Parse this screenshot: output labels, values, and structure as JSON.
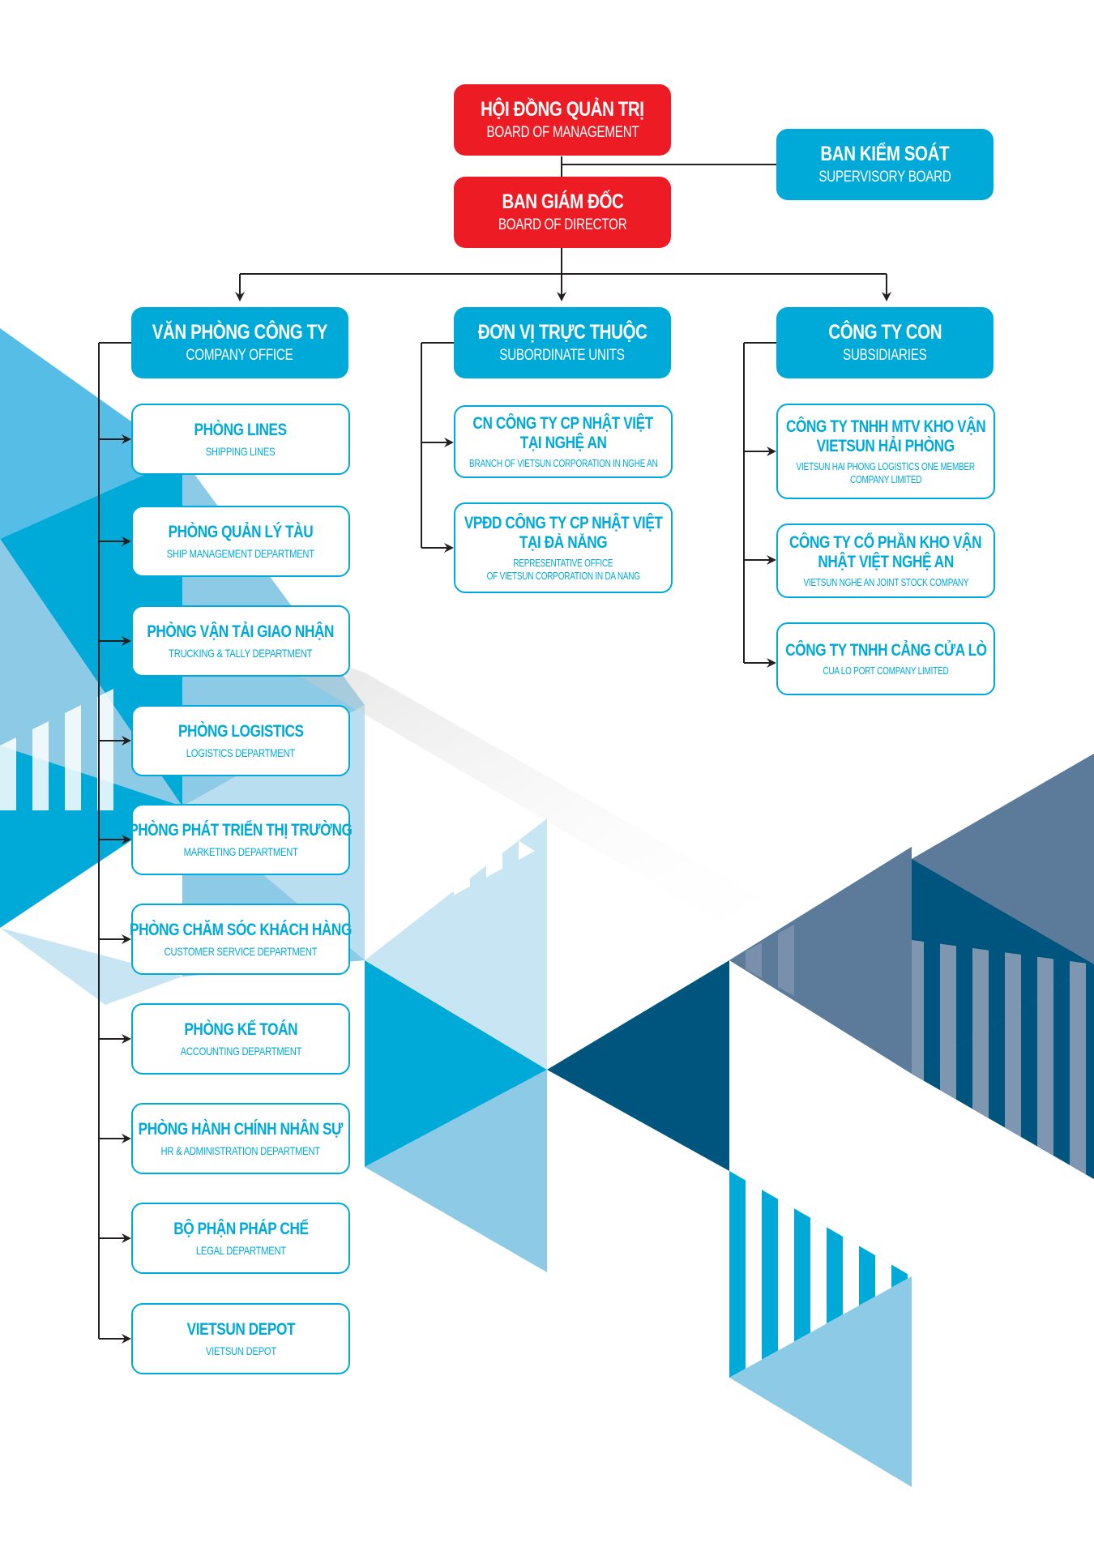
{
  "colors": {
    "red": "#ed1c24",
    "accent": "#00aad8",
    "navy": "#00557f",
    "slate": "#5c7a99",
    "light": "#8ccae6",
    "pale": "#c7e5f3",
    "line": "#231f20"
  },
  "top": {
    "board_of_management": {
      "vn": "HỘI ĐỒNG QUẢN TRỊ",
      "en": "BOARD OF MANAGEMENT"
    },
    "board_of_director": {
      "vn": "BAN GIÁM ĐỐC",
      "en": "BOARD OF DIRECTOR"
    },
    "supervisory_board": {
      "vn": "BAN KIỂM SOÁT",
      "en": "SUPERVISORY BOARD"
    }
  },
  "columns": {
    "company_office": {
      "vn": "VĂN PHÒNG CÔNG TY",
      "en": "COMPANY OFFICE",
      "items": [
        {
          "vn": "PHÒNG LINES",
          "en": "SHIPPING LINES"
        },
        {
          "vn": "PHÒNG QUẢN LÝ TÀU",
          "en": "SHIP MANAGEMENT DEPARTMENT"
        },
        {
          "vn": "PHÒNG VẬN TẢI GIAO NHẬN",
          "en": "TRUCKING & TALLY DEPARTMENT"
        },
        {
          "vn": "PHÒNG LOGISTICS",
          "en": "LOGISTICS DEPARTMENT"
        },
        {
          "vn": "PHÒNG PHÁT TRIỂN THỊ TRƯỜNG",
          "en": "MARKETING DEPARTMENT"
        },
        {
          "vn": "PHÒNG CHĂM SÓC KHÁCH HÀNG",
          "en": "CUSTOMER SERVICE DEPARTMENT"
        },
        {
          "vn": "PHÒNG KẾ TOÁN",
          "en": "ACCOUNTING DEPARTMENT"
        },
        {
          "vn": "PHÒNG HÀNH CHÍNH NHÂN SỰ",
          "en": "HR & ADMINISTRATION DEPARTMENT"
        },
        {
          "vn": "BỘ PHẬN PHÁP CHẾ",
          "en": "LEGAL DEPARTMENT"
        },
        {
          "vn": "VIETSUN DEPOT",
          "en": "VIETSUN DEPOT"
        }
      ]
    },
    "subordinate_units": {
      "vn": "ĐƠN VỊ TRỰC THUỘC",
      "en": "SUBORDINATE UNITS",
      "items": [
        {
          "vn1": "CN CÔNG TY CP NHẬT VIỆT",
          "vn2": "TẠI NGHỆ AN",
          "en1": "BRANCH OF VIETSUN CORPORATION IN NGHE AN",
          "en2": ""
        },
        {
          "vn1": "VPĐD CÔNG TY CP NHẬT VIỆT",
          "vn2": "TẠI ĐÀ NẴNG",
          "en1": "REPRESENTATIVE OFFICE",
          "en2": "OF VIETSUN CORPORATION IN DA NANG"
        }
      ]
    },
    "subsidiaries": {
      "vn": "CÔNG TY CON",
      "en": "SUBSIDIARIES",
      "items": [
        {
          "vn1": "CÔNG TY TNHH MTV KHO VẬN",
          "vn2": "VIETSUN HẢI PHÒNG",
          "en1": "VIETSUN HAI PHONG LOGISTICS ONE MEMBER",
          "en2": "COMPANY LIMITED"
        },
        {
          "vn1": "CÔNG TY CỔ PHẦN KHO VẬN",
          "vn2": "NHẬT VIỆT NGHỆ AN",
          "en1": "VIETSUN NGHE AN JOINT STOCK COMPANY",
          "en2": ""
        },
        {
          "vn1": "CÔNG TY TNHH CẢNG CỬA LÒ",
          "vn2": "",
          "en1": "CUA LO PORT COMPANY LIMITED",
          "en2": ""
        }
      ]
    }
  }
}
